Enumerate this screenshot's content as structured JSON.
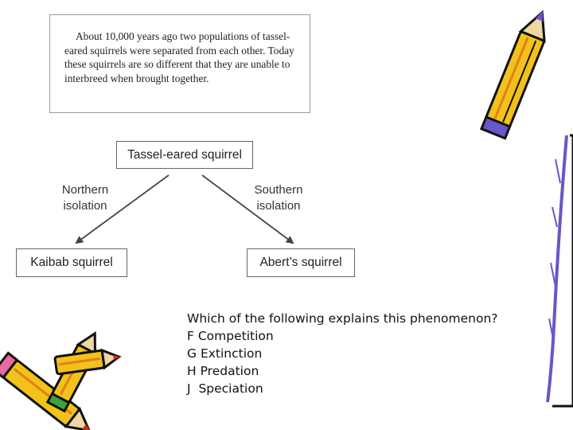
{
  "passage": {
    "text": "About 10,000 years ago two populations of tassel-eared squirrels were separated from each other. Today these squirrels are so different that they are unable to interbreed when brought together."
  },
  "diagram": {
    "root": "Tassel-eared squirrel",
    "left_branch_label_line1": "Northern",
    "left_branch_label_line2": "isolation",
    "right_branch_label_line1": "Southern",
    "right_branch_label_line2": "isolation",
    "left_leaf": "Kaibab squirrel",
    "right_leaf": "Abert’s squirrel"
  },
  "question": {
    "prompt": "Which of the following explains this phenomenon?",
    "options": [
      {
        "letter": "F",
        "text": "Competition"
      },
      {
        "letter": "G",
        "text": "Extinction"
      },
      {
        "letter": "H",
        "text": "Predation"
      },
      {
        "letter": "J",
        "text": "Speciation"
      }
    ]
  },
  "colors": {
    "pencil_yellow": "#f2c21a",
    "pencil_orange": "#e0801a",
    "pencil_red": "#d22a1c",
    "pencil_blue": "#6b55c8",
    "eraser_pink": "#e86aa0",
    "eraser_green": "#3aa63a"
  },
  "icons": [
    "pencil-icon-top-right",
    "pencil-icon-right-edge",
    "pencils-icon-bottom-left"
  ]
}
